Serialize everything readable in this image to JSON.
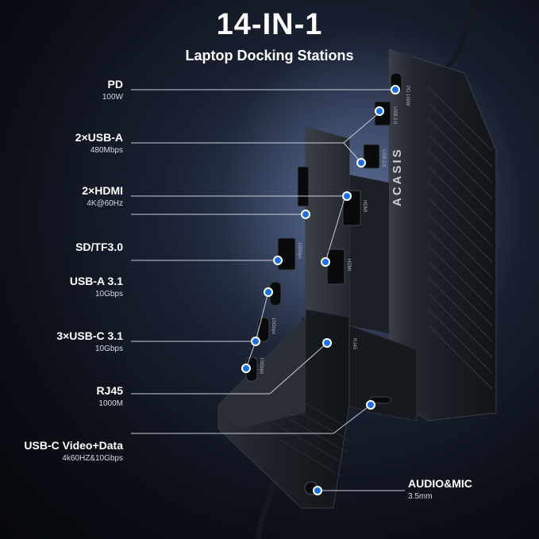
{
  "header": {
    "title": "14-IN-1",
    "subtitle": "Laptop Docking Stations"
  },
  "brand": "ACASIS",
  "colors": {
    "dot": "#1f6fe0",
    "line": "#c8ced8",
    "body": "#20242b"
  },
  "ports": [
    {
      "name": "PD",
      "spec": "100W"
    },
    {
      "name": "2×USB-A",
      "spec": "480Mbps"
    },
    {
      "name": "2×HDMI",
      "spec": "4K@60Hz"
    },
    {
      "name": "SD/TF3.0",
      "spec": ""
    },
    {
      "name": "USB-A 3.1",
      "spec": "10Gbps"
    },
    {
      "name": "3×USB-C 3.1",
      "spec": "10Gbps"
    },
    {
      "name": "RJ45",
      "spec": "1000M"
    },
    {
      "name": "USB-C Video+Data",
      "spec": "4k60HZ&10Gbps"
    },
    {
      "name": "AUDIO&MIC",
      "spec": "3.5mm"
    }
  ],
  "device_labels": {
    "pd": "PD 100W",
    "usb2a": "USB 2.0",
    "usb2b": "USB 2.0",
    "hdmi1": "HDMI",
    "hdmi2": "HDMI",
    "usba31": "10Gbps",
    "usbc1": "10Gbps",
    "usbc2": "10Gbps",
    "rj45": "RJ45"
  }
}
